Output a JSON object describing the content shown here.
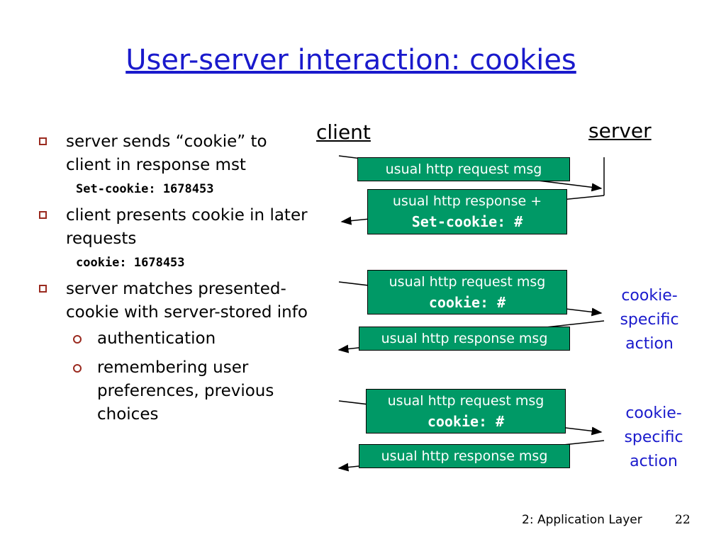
{
  "title": "User-server interaction: cookies",
  "bullets": [
    {
      "text": "server sends “cookie” to client in response mst",
      "code": "Set-cookie: 1678453"
    },
    {
      "text": "client presents cookie in later requests",
      "code": "cookie: 1678453"
    },
    {
      "text": "server matches presented-cookie with server-stored info",
      "subitems": [
        "authentication",
        "remembering user preferences, previous choices"
      ]
    }
  ],
  "diagram": {
    "client_label": "client",
    "server_label": "server",
    "messages": [
      {
        "line1": "usual http request msg"
      },
      {
        "line1": "usual http response +",
        "line2": "Set-cookie: #"
      },
      {
        "line1": "usual http request msg",
        "line2": "cookie: #"
      },
      {
        "line1": "usual http response msg"
      },
      {
        "line1": "usual http request msg",
        "line2": "cookie: #"
      },
      {
        "line1": "usual http response msg"
      }
    ],
    "actions": [
      {
        "text": "cookie-\nspecific\naction"
      },
      {
        "text": "cookie-\nspecific\naction"
      }
    ]
  },
  "colors": {
    "title": "#1a1acc",
    "box": "#009966",
    "bullet": "#9a2a1f"
  },
  "footer": {
    "chapter": "2: Application Layer",
    "page": "22"
  }
}
